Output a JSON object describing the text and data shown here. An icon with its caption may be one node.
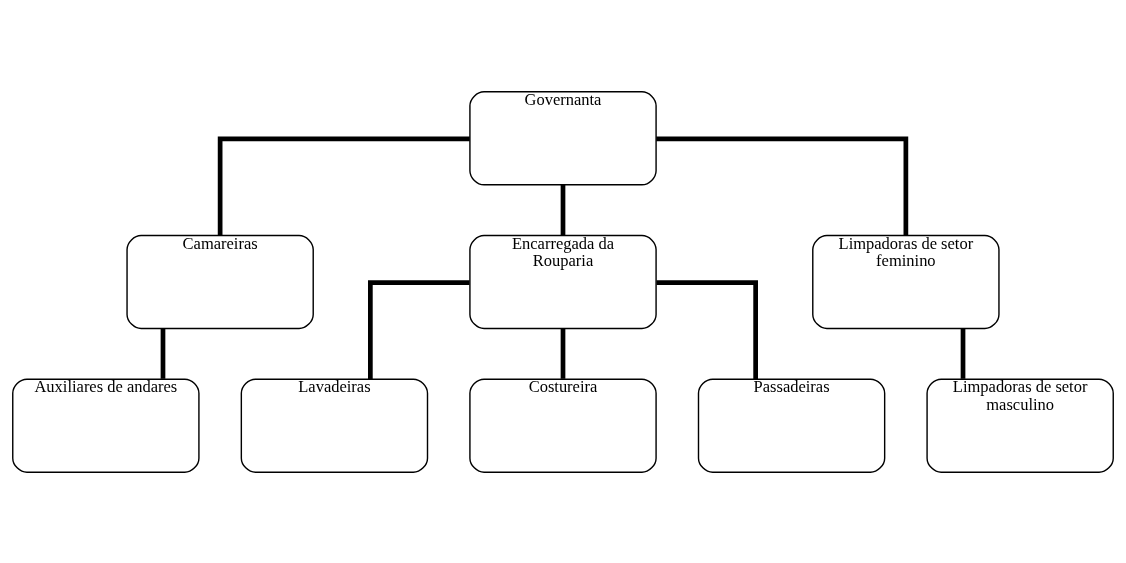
{
  "diagram": {
    "nodes": [
      {
        "text": [
          "Governanta"
        ]
      },
      {
        "text": [
          "Camareiras"
        ]
      },
      {
        "text": [
          "Encarregada da Rouparia"
        ]
      },
      {
        "text": [
          "Limpadoras de setor feminino"
        ]
      },
      {
        "text": [
          "Auxiliares de andares"
        ]
      },
      {
        "text": [
          "Lavadeiras"
        ]
      },
      {
        "text": [
          "Costureira"
        ]
      },
      {
        "text": [
          "Limpadoras de setor masculino"
        ]
      },
      {
        "text": [
          "Passadeiras"
        ]
      }
    ],
    "edges": [
      {
        "from": 0,
        "to": 1,
        "arrow": "none"
      },
      {
        "from": 0,
        "to": 2,
        "arrow": "none"
      },
      {
        "from": 0,
        "to": 3,
        "arrow": "none"
      },
      {
        "from": 1,
        "to": 4,
        "arrow": "none"
      },
      {
        "from": 2,
        "to": 5,
        "arrow": "none"
      },
      {
        "from": 2,
        "to": 6,
        "arrow": "none"
      },
      {
        "from": 2,
        "to": 8,
        "arrow": "none"
      },
      {
        "from": 3,
        "to": 7,
        "arrow": "none"
      }
    ]
  }
}
